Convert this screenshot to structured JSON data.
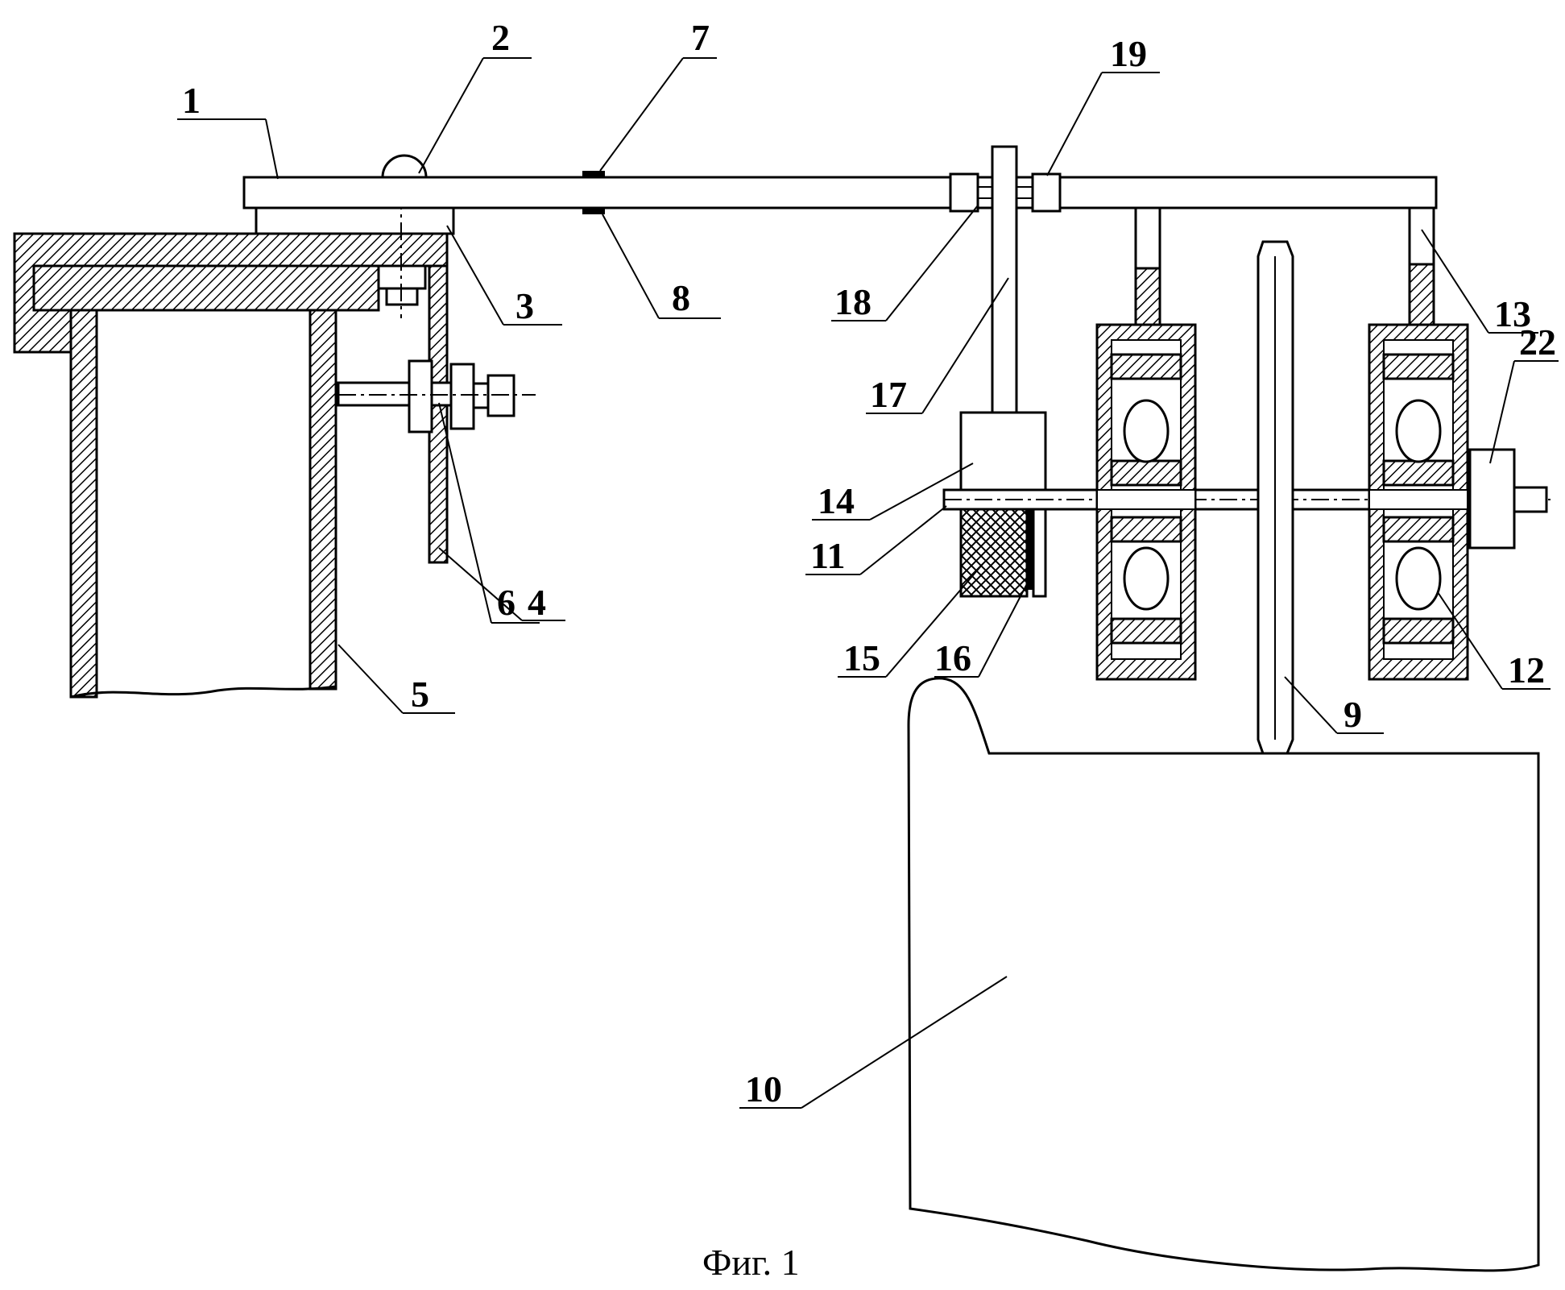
{
  "caption": "Фиг. 1",
  "labels": [
    "1",
    "2",
    "3",
    "4",
    "5",
    "6",
    "7",
    "8",
    "9",
    "10",
    "11",
    "12",
    "13",
    "14",
    "15",
    "16",
    "17",
    "18",
    "19",
    "22"
  ]
}
